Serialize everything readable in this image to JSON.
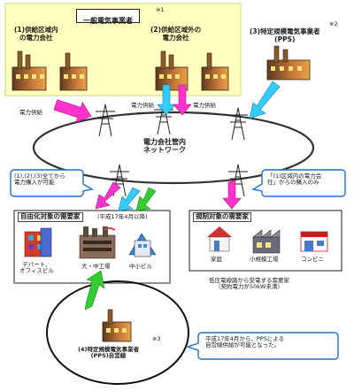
{
  "supplier_group": {
    "title": "一般電気事業者",
    "note": "※1",
    "in_area_label": "(1)供給区域内\nの電力会社",
    "out_area_label": "(2)供給区域外の\n電力会社"
  },
  "pps_top": {
    "label": "(3)特定規模電気事業者\n(PPS)",
    "note": "※2"
  },
  "supply_labels": [
    "電力供給",
    "電力供給",
    "電力供給"
  ],
  "network": {
    "label": "電力会社管内\nネットワーク"
  },
  "callout_left": "(1),(2),(3)全てから\n電力購入が可能",
  "callout_right": "「(1)区域内の電力会\n社」からの購入のみ",
  "liberalized": {
    "title": "自由化対象の需要家",
    "date_note": "(平成17年4月以降)",
    "items": [
      "デパート、\nオフィスビル",
      "大・中工場",
      "中小ビル"
    ]
  },
  "regulated": {
    "title": "規制対象の需要家",
    "items": [
      "家庭",
      "小規模工場",
      "コンビニ"
    ],
    "note": "低圧電線路から受電する需要家\n（契約電力が50kW未満）"
  },
  "pps_self": {
    "label": "(4)特定規模電気事業者\n(PPS)自営線",
    "note": "※3"
  },
  "bottom_note": "平成17年4月から、PPSによる\n自営線供給が可能となった。",
  "colors": {
    "supplier_bg": "#ffffc0",
    "arrow_magenta": "#ff33cc",
    "arrow_cyan": "#33ccff",
    "arrow_green": "#33cc33",
    "callout_fill": "#ffffff",
    "callout_stroke": "#1e6fd0"
  },
  "icons": [
    "power-plant-icon",
    "transmission-tower-icon",
    "building-icon",
    "factory-icon",
    "house-icon",
    "store-icon"
  ]
}
